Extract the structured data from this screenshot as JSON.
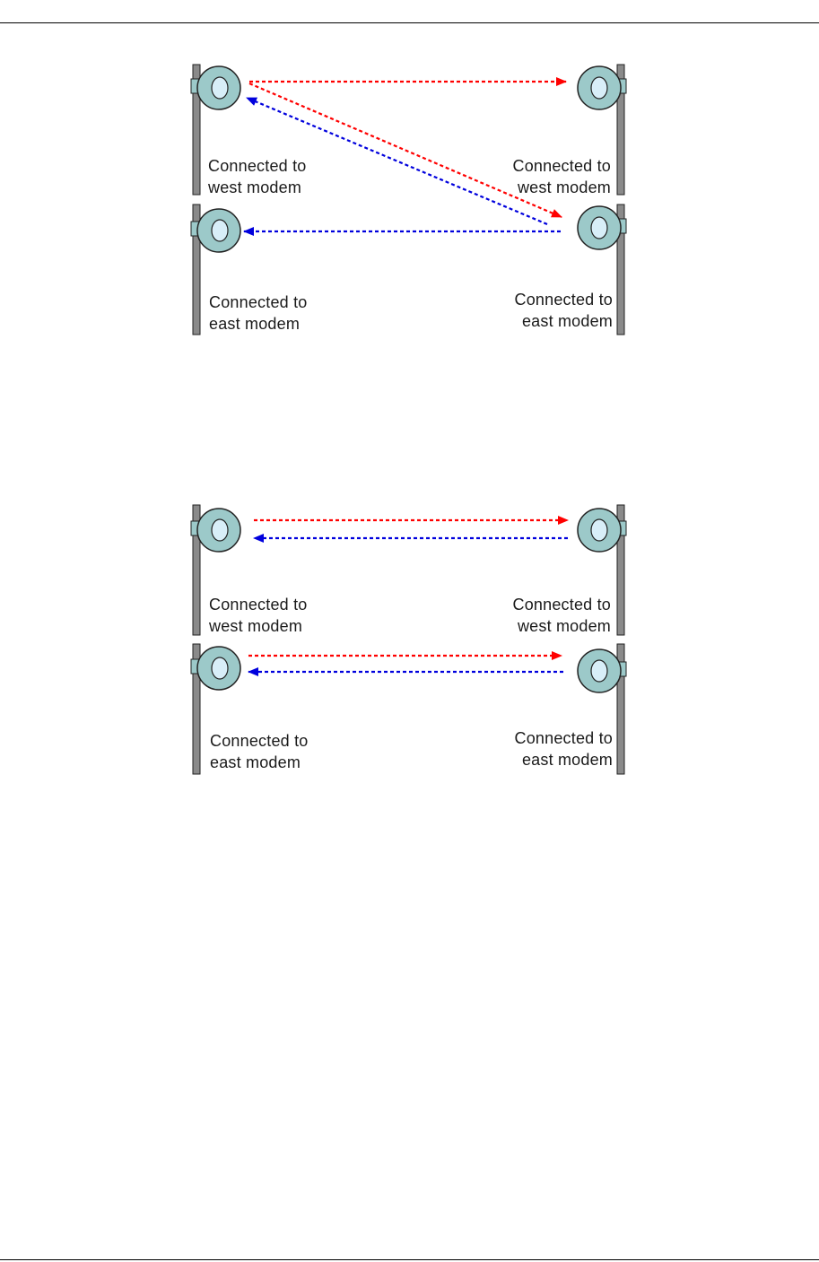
{
  "figures": [
    {
      "labels": {
        "top_left": [
          "Connected to",
          "west modem"
        ],
        "top_right": [
          "Connected to",
          "west modem"
        ],
        "bottom_left": [
          "Connected to",
          "east modem"
        ],
        "bottom_right": [
          "Connected to",
          "east modem"
        ]
      }
    },
    {
      "labels": {
        "top_left": [
          "Connected to",
          "west modem"
        ],
        "top_right": [
          "Connected to",
          "west modem"
        ],
        "bottom_left": [
          "Connected to",
          "east modem"
        ],
        "bottom_right": [
          "Connected to",
          "east modem"
        ]
      }
    }
  ],
  "colors": {
    "link_red": "#ff0000",
    "link_blue": "#0000dd",
    "dish": "#9cc9c9",
    "dish_inner": "#d8eef8",
    "pole": "#8a8a8a"
  },
  "icons": [
    "antenna-dish-icon",
    "mast-pole-icon",
    "dashed-arrow"
  ]
}
